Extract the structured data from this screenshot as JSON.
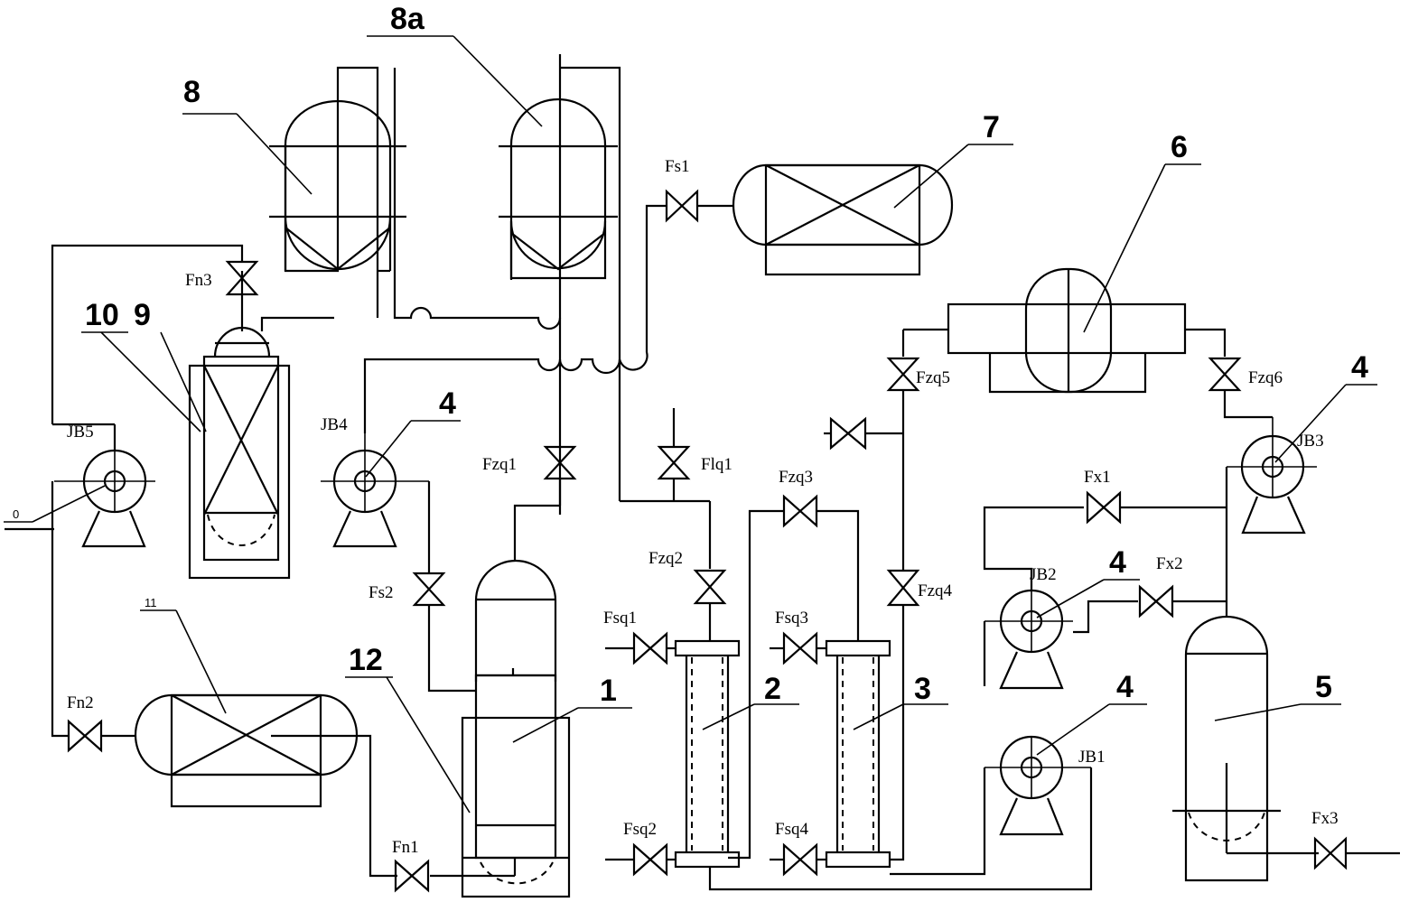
{
  "numbers": {
    "n1": "1",
    "n2": "2",
    "n3": "3",
    "n4a": "4",
    "n4b": "4",
    "n4c": "4",
    "n4d": "4",
    "n5": "5",
    "n6": "6",
    "n7": "7",
    "n8": "8",
    "n8a": "8a",
    "n9": "9",
    "n10": "10",
    "n11": "11",
    "n12": "12",
    "n0": "0"
  },
  "valves": {
    "fs1": "Fs1",
    "fs2": "Fs2",
    "fn1": "Fn1",
    "fn2": "Fn2",
    "fn3": "Fn3",
    "fzq1": "Fzq1",
    "fzq2": "Fzq2",
    "fzq3": "Fzq3",
    "fzq4": "Fzq4",
    "fzq5": "Fzq5",
    "fzq6": "Fzq6",
    "flq1": "Flq1",
    "fsq1": "Fsq1",
    "fsq2": "Fsq2",
    "fsq3": "Fsq3",
    "fsq4": "Fsq4",
    "fx1": "Fx1",
    "fx2": "Fx2",
    "fx3": "Fx3"
  },
  "pumps": {
    "jb1": "JB1",
    "jb2": "JB2",
    "jb3": "JB3",
    "jb4": "JB4",
    "jb5": "JB5"
  }
}
